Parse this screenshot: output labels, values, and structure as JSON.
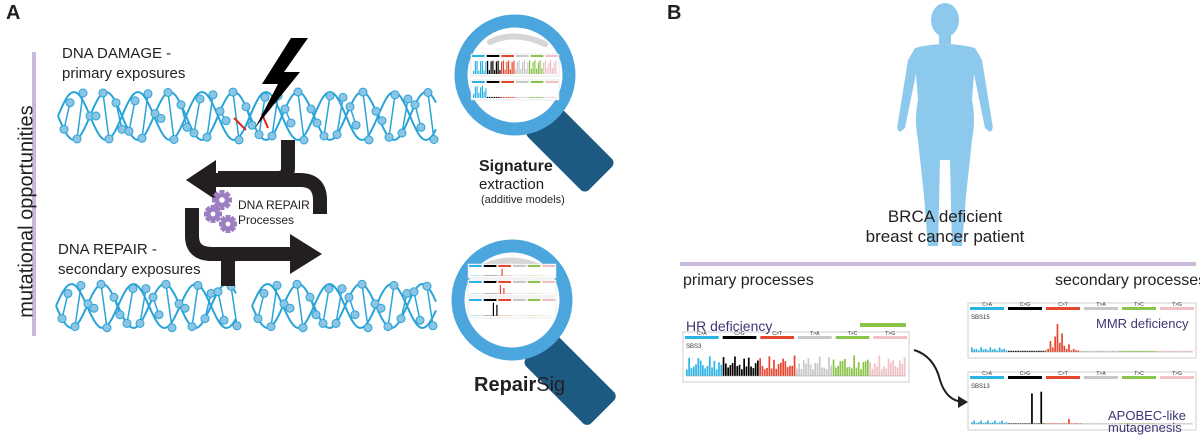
{
  "colors": {
    "dna": "#2aa4d8",
    "dna_node": "#8bc5e3",
    "arrow": "#231f20",
    "lens_ring": "#4ba6dd",
    "handle": "#1d5a82",
    "body": "#8dc9ec",
    "divider": "#c8b9db",
    "gear": "#9b7fbf",
    "bolt": "#000000",
    "damage_red": "#e2231a",
    "sbs": [
      "#2bb3e6",
      "#000000",
      "#e6472f",
      "#c8c8c8",
      "#8ac44a",
      "#efc1c4"
    ]
  },
  "panel_a": {
    "letter": "A",
    "axis_label": "mutational opportunities",
    "damage_label": "DNA DAMAGE -",
    "damage_sub": "primary exposures",
    "repair_label": "DNA REPAIR -",
    "repair_sub": "secondary exposures",
    "repair_processes_line1": "DNA REPAIR",
    "repair_processes_line2": "Processes",
    "signature_bold": "Signature",
    "signature_rest": "extraction",
    "signature_note": "(additive models)",
    "repairsig_bold": "Repair",
    "repairsig_rest": "Sig",
    "icons": [
      "lightning-bolt-icon",
      "gear-icon",
      "magnifier-icon",
      "dna-helix-icon"
    ]
  },
  "panel_b": {
    "letter": "B",
    "patient_line1": "BRCA deficient",
    "patient_line2": "breast cancer patient",
    "primary_heading": "primary processes",
    "secondary_heading": "secondary processes",
    "hr_label": "HR deficiency",
    "mmr_label": "MMR deficiency",
    "apobec_line1": "APOBEC-like",
    "apobec_line2": "mutagenesis",
    "sbs_main": "SBS3",
    "sbs_mmr": "SBS15",
    "sbs_apobec": "SBS13",
    "mutation_classes": [
      "C>A",
      "C>G",
      "C>T",
      "T>A",
      "T>C",
      "T>G"
    ],
    "icons": [
      "human-silhouette-icon",
      "curved-arrow-icon"
    ]
  }
}
